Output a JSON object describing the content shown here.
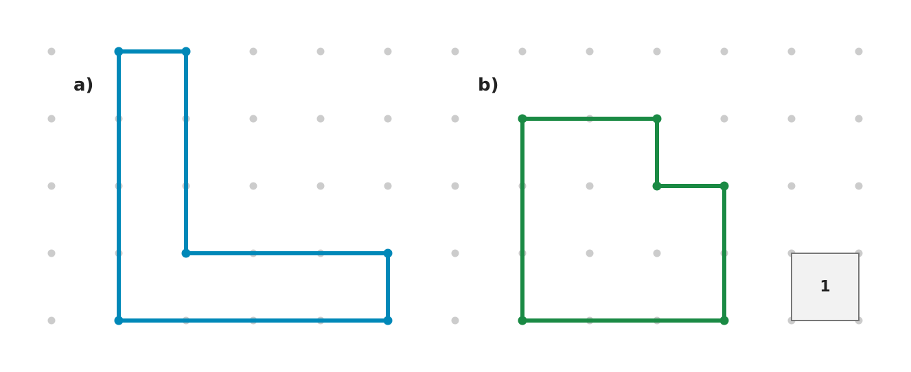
{
  "colors": {
    "background": "#ffffff",
    "grid_dot": "#cccccc",
    "shape_a": "#0088b8",
    "shape_b": "#1a8a44",
    "unit_square_fill": "#f2f2f2",
    "unit_square_stroke": "#777777",
    "text": "#222222"
  },
  "grid": {
    "columns": 13,
    "rows": 5
  },
  "panels": [
    {
      "label": "a)",
      "color_key": "shape_a",
      "vertices": [
        [
          1,
          0
        ],
        [
          2,
          0
        ],
        [
          2,
          3
        ],
        [
          5,
          3
        ],
        [
          5,
          4
        ],
        [
          1,
          4
        ]
      ]
    },
    {
      "label": "b)",
      "color_key": "shape_b",
      "vertices": [
        [
          7,
          1
        ],
        [
          9,
          1
        ],
        [
          9,
          2
        ],
        [
          10,
          2
        ],
        [
          10,
          4
        ],
        [
          7,
          4
        ]
      ]
    }
  ],
  "unit_square": {
    "label": "1",
    "cell": [
      11,
      3
    ]
  }
}
